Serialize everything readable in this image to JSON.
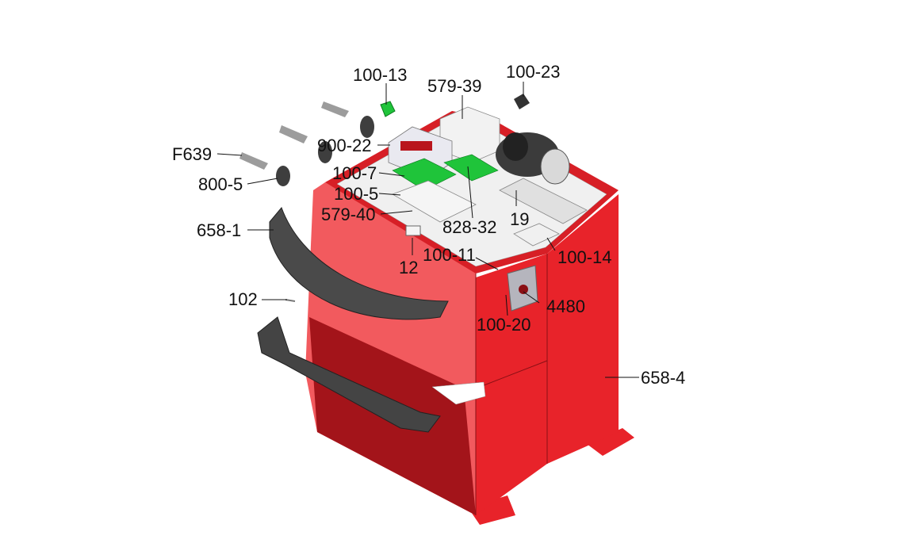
{
  "colors": {
    "cabinet_red": "#e8232a",
    "cabinet_light": "#f25a5e",
    "cabinet_dark": "#a3141a",
    "panel_gray": "#e6e6e6",
    "pcb_green": "#1fc43a",
    "accessory_gray": "#4a4a4a"
  },
  "labels": {
    "l_100_13": "100-13",
    "l_579_39": "579-39",
    "l_100_23": "100-23",
    "l_F639": "F639",
    "l_900_22": "900-22",
    "l_100_7": "100-7",
    "l_800_5": "800-5",
    "l_100_5": "100-5",
    "l_579_40": "579-40",
    "l_19": "19",
    "l_828_32": "828-32",
    "l_658_1": "658-1",
    "l_100_14": "100-14",
    "l_12": "12",
    "l_100_11": "100-11",
    "l_102": "102",
    "l_4480": "4480",
    "l_100_20": "100-20",
    "l_658_4": "658-4"
  }
}
